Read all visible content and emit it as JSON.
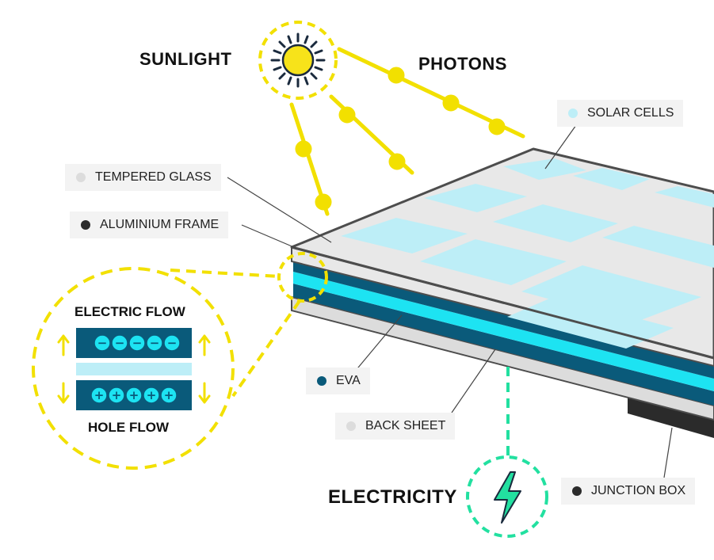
{
  "headings": {
    "sunlight": "SUNLIGHT",
    "photons": "PHOTONS",
    "electricity": "ELECTRICITY"
  },
  "labels": {
    "solar_cells": "SOLAR CELLS",
    "tempered_glass": "TEMPERED GLASS",
    "aluminium_frame": "ALUMINIUM FRAME",
    "eva": "EVA",
    "back_sheet": "BACK SHEET",
    "junction_box": "JUNCTION BOX"
  },
  "inset": {
    "electric_flow": "ELECTRIC FLOW",
    "hole_flow": "HOLE FLOW",
    "electron_symbol": "−",
    "hole_symbol": "+"
  },
  "colors": {
    "photon": "#f2e000",
    "sun": "#f7e31a",
    "sun_rays": "#1a2a3d",
    "cell": "#bdeef7",
    "frame": "#4d4d4d",
    "eva_dark": "#0a5a7a",
    "eva_light": "#1de3f2",
    "back_sheet": "#dcdcdc",
    "electricity": "#22e0a0",
    "junction_box": "#2b2b2b",
    "label_bg": "#f3f3f3"
  },
  "icons": {
    "sun": "sun-icon",
    "bolt": "lightning-bolt-icon"
  }
}
